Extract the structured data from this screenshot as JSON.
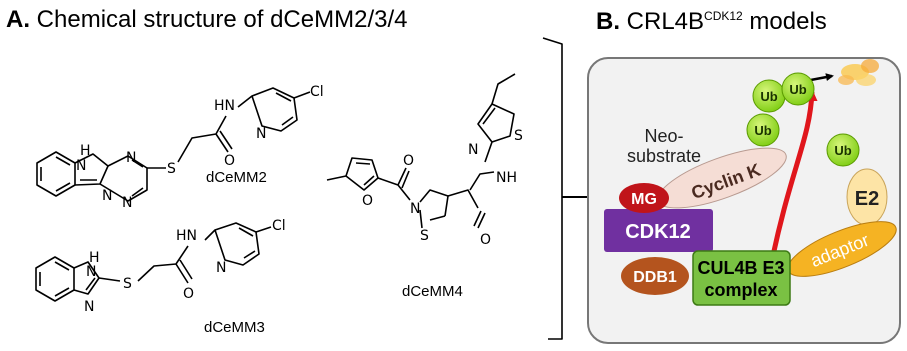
{
  "panel_a": {
    "letter": "A.",
    "title": "Chemical structure of dCeMM2/3/4",
    "molecules": {
      "dcemm2": "dCeMM2",
      "dcemm3": "dCeMM3",
      "dcemm4": "dCeMM4"
    },
    "atoms": {
      "hn": "HN",
      "nh": "NH",
      "h": "H",
      "n": "N",
      "o": "O",
      "s": "S",
      "cl": "Cl"
    }
  },
  "panel_b": {
    "letter": "B.",
    "title_main": "CRL4B",
    "title_sup": "CDK12",
    "title_tail": " models",
    "labels": {
      "ub": "Ub",
      "neo_line1": "Neo-",
      "neo_line2": "substrate",
      "cyclin_k": "Cyclin K",
      "mg": "MG",
      "cdk12": "CDK12",
      "e2": "E2",
      "adaptor": "adaptor",
      "ddb1": "DDB1",
      "cul4b_line1": "CUL4B E3",
      "cul4b_line2": "complex"
    }
  },
  "colors": {
    "ub_green": "#9be31c",
    "cyclin_pink": "#f5ddd5",
    "mg_red": "#c0141a",
    "cdk12_purple": "#7030a0",
    "e2_yellow": "#fde4a6",
    "adaptor_orange": "#f5b323",
    "ddb1_brown": "#b4541e",
    "cul4b_green": "#7ac143",
    "arrow_red": "#e0161c",
    "panel_gray": "#f2f2f2"
  }
}
